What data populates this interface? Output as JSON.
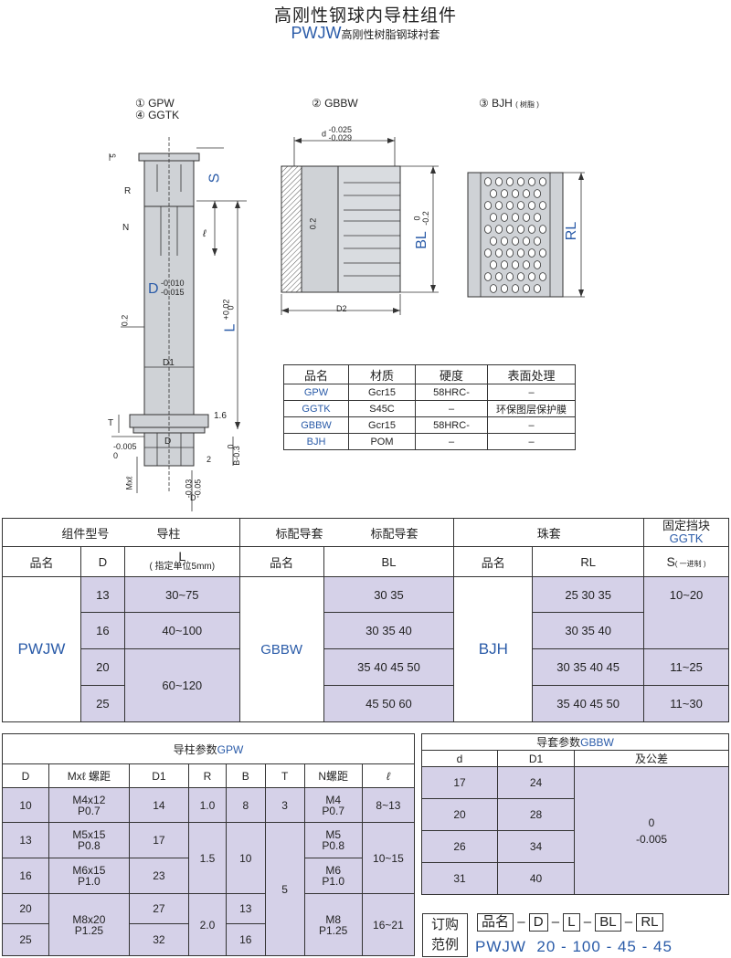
{
  "header": {
    "title": "高刚性钢球内导柱组件",
    "subtitle_code": "PWJW",
    "subtitle_text": "高刚性树脂钢球衬套"
  },
  "figures": {
    "fig1_label_a": "① GPW",
    "fig1_label_b": "④ GGTK",
    "fig2_label": "② GBBW",
    "fig3_label": "③  BJH",
    "fig3_note": "( 树脂 )",
    "dims1": {
      "five": "5",
      "R": "R",
      "S": "S",
      "N": "N",
      "ell": "ℓ",
      "D": "D",
      "D_tol": "-0.010\n-0.015",
      "D_tol_top": "-0.010",
      "D_tol_bot": "-0.015",
      "roughness": "0.2",
      "L": "L",
      "L_tol_top": "+0.02",
      "L_tol_bot": "0",
      "D1": "D1",
      "T": "T",
      "rough2": "1.6",
      "dtol_top": "-0.005",
      "dtol_bot": "0",
      "d": "D",
      "B_tol": "B-0.3",
      "B_tol_top": "0",
      "two": "2",
      "Mxl": "Mxℓ",
      "D2tol_top": "-0.03",
      "D2tol_bot": "-0.05",
      "Dlow": "D"
    },
    "dims2": {
      "d": "d",
      "d_tol_top": "-0.025",
      "d_tol_bot": "-0.029",
      "rough": "0.2",
      "BL": "BL",
      "BL_tol_top": "0",
      "BL_tol_bot": "-0.2",
      "D2": "D2"
    },
    "dims3": {
      "RL": "RL"
    }
  },
  "material_table": {
    "headers": [
      "品名",
      "材质",
      "硬度",
      "表面处理"
    ],
    "rows": [
      {
        "name": "GPW",
        "material": "Gcr15",
        "hardness": "58HRC-",
        "surface": "–"
      },
      {
        "name": "GGTK",
        "material": "S45C",
        "hardness": "–",
        "surface": "环保图层保护膜"
      },
      {
        "name": "GBBW",
        "material": "Gcr15",
        "hardness": "58HRC-",
        "surface": "–"
      },
      {
        "name": "BJH",
        "material": "POM",
        "hardness": "–",
        "surface": "–"
      }
    ]
  },
  "component_table": {
    "group_headers": {
      "assembly": "组件型号",
      "guide_post": "导柱",
      "std_bushing_a": "标配导套",
      "std_bushing_b": "标配导套",
      "ball_cage": "珠套",
      "stopper": "固定挡块",
      "stopper_code": "GGTK"
    },
    "sub_headers": {
      "name": "品名",
      "D": "D",
      "L": "L",
      "L_note": "( 指定单位5mm)",
      "name2": "品名",
      "BL": "BL",
      "name3": "品名",
      "RL": "RL",
      "S": "S",
      "S_note": "( 一进制 )"
    },
    "assembly_name": "PWJW",
    "bushing_name": "GBBW",
    "cage_name": "BJH",
    "rows": [
      {
        "D": "13",
        "BL": "30  35",
        "RL": "25  30  35"
      },
      {
        "D": "16",
        "BL": "30  35  40",
        "RL": "30  35  40"
      },
      {
        "D": "20",
        "BL": "35  40  45  50",
        "RL": "30  35  40  45"
      },
      {
        "D": "25",
        "BL": "45  50  60",
        "RL": "35  40  45  50"
      }
    ],
    "L_values": [
      "30~75",
      "40~100",
      "60~120"
    ],
    "S_values": [
      "10~20",
      "11~25",
      "11~30"
    ]
  },
  "gpw_table": {
    "title": "导柱参数",
    "title_code": "GPW",
    "headers": [
      "D",
      "Mxℓ 螺距",
      "D1",
      "R",
      "B",
      "T",
      "N螺距",
      "ℓ"
    ],
    "D": [
      "10",
      "13",
      "16",
      "20",
      "25"
    ],
    "M": [
      "M4x12\nP0.7",
      "M5x15\nP0.8",
      "M6x15\nP1.0",
      "M8x20\nP1.25"
    ],
    "M_lines": [
      [
        "M4x12",
        "P0.7"
      ],
      [
        "M5x15",
        "P0.8"
      ],
      [
        "M6x15",
        "P1.0"
      ],
      [
        "M8x20",
        "P1.25"
      ]
    ],
    "D1": [
      "14",
      "17",
      "23",
      "27",
      "32"
    ],
    "R": [
      "1.0",
      "1.5",
      "2.0"
    ],
    "B": [
      "8",
      "10",
      "13",
      "16"
    ],
    "T": [
      "3",
      "5"
    ],
    "N_lines": [
      [
        "M4",
        "P0.7"
      ],
      [
        "M5",
        "P0.8"
      ],
      [
        "M6",
        "P1.0"
      ],
      [
        "M8",
        "P1.25"
      ]
    ],
    "ell": [
      "8~13",
      "10~15",
      "16~21"
    ]
  },
  "gbbw_table": {
    "title": "导套参数",
    "title_code": "GBBW",
    "headers": [
      "d",
      "D1",
      "及公差"
    ],
    "d": [
      "17",
      "20",
      "26",
      "31"
    ],
    "D1": [
      "24",
      "28",
      "34",
      "40"
    ],
    "tol_top": "0",
    "tol_bot": "-0.005"
  },
  "order": {
    "label_top": "订购",
    "label_bot": "范例",
    "name_label": "品名",
    "fields": [
      "D",
      "L",
      "BL",
      "RL"
    ],
    "dash": "–",
    "example_name": "PWJW",
    "example_values": [
      "20",
      "100",
      "45",
      "45"
    ],
    "example_dash": "-"
  },
  "colors": {
    "accent": "#2a5ba8",
    "lavender": "#d5d1e8",
    "steel": "#cfd2d6"
  }
}
